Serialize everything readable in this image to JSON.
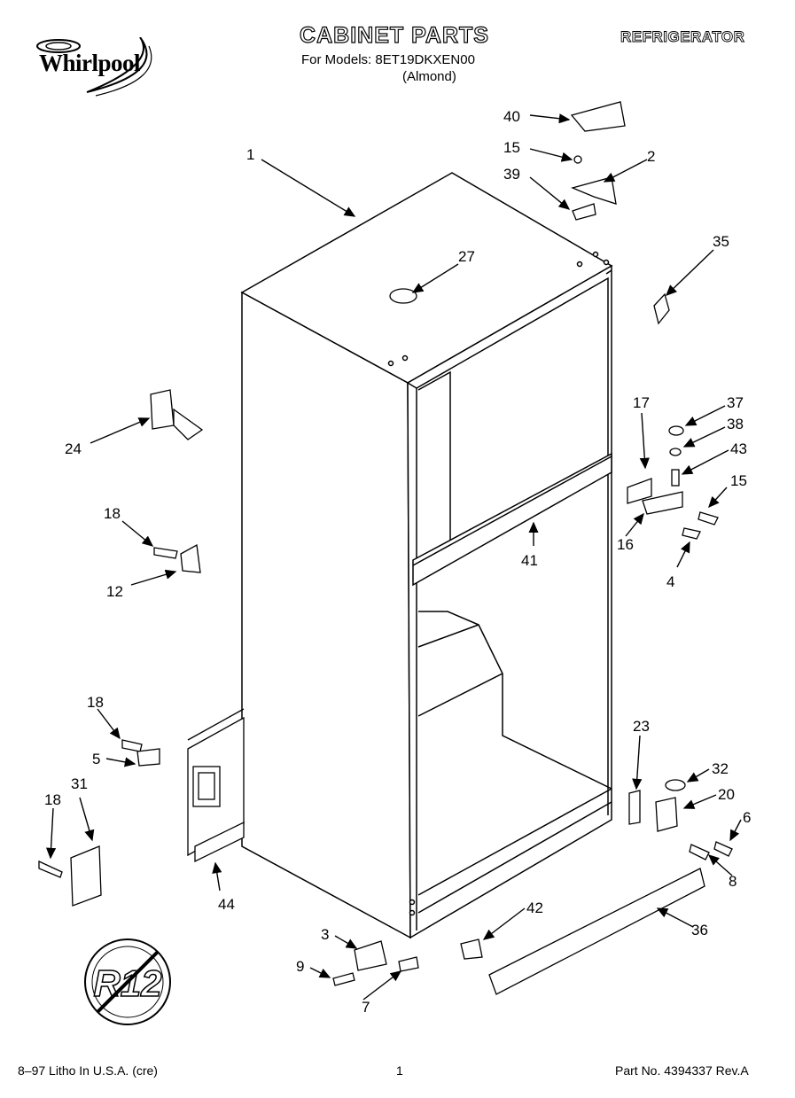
{
  "header": {
    "brand": "Whirlpool",
    "title": "CABINET PARTS",
    "subtitle_models": "For Models: 8ET19DKXEN00",
    "subtitle_color": "(Almond)",
    "appliance": "REFRIGERATOR"
  },
  "callouts": [
    {
      "id": "c1",
      "label": "1"
    },
    {
      "id": "c40",
      "label": "40"
    },
    {
      "id": "c15a",
      "label": "15"
    },
    {
      "id": "c2",
      "label": "2"
    },
    {
      "id": "c39",
      "label": "39"
    },
    {
      "id": "c35",
      "label": "35"
    },
    {
      "id": "c27",
      "label": "27"
    },
    {
      "id": "c24",
      "label": "24"
    },
    {
      "id": "c17",
      "label": "17"
    },
    {
      "id": "c37",
      "label": "37"
    },
    {
      "id": "c38",
      "label": "38"
    },
    {
      "id": "c43",
      "label": "43"
    },
    {
      "id": "c15b",
      "label": "15"
    },
    {
      "id": "c16",
      "label": "16"
    },
    {
      "id": "c4",
      "label": "4"
    },
    {
      "id": "c41",
      "label": "41"
    },
    {
      "id": "c18a",
      "label": "18"
    },
    {
      "id": "c12",
      "label": "12"
    },
    {
      "id": "c18b",
      "label": "18"
    },
    {
      "id": "c5",
      "label": "5"
    },
    {
      "id": "c18c",
      "label": "18"
    },
    {
      "id": "c31",
      "label": "31"
    },
    {
      "id": "c44",
      "label": "44"
    },
    {
      "id": "c23",
      "label": "23"
    },
    {
      "id": "c32",
      "label": "32"
    },
    {
      "id": "c20",
      "label": "20"
    },
    {
      "id": "c6",
      "label": "6"
    },
    {
      "id": "c8",
      "label": "8"
    },
    {
      "id": "c42",
      "label": "42"
    },
    {
      "id": "c36",
      "label": "36"
    },
    {
      "id": "c3",
      "label": "3"
    },
    {
      "id": "c9",
      "label": "9"
    },
    {
      "id": "c7",
      "label": "7"
    }
  ],
  "refrigerant_symbol": "R12",
  "footer": {
    "left": "8–97 Litho In U.S.A. (cre)",
    "page": "1",
    "part_number": "Part No. 4394337 Rev.A"
  }
}
